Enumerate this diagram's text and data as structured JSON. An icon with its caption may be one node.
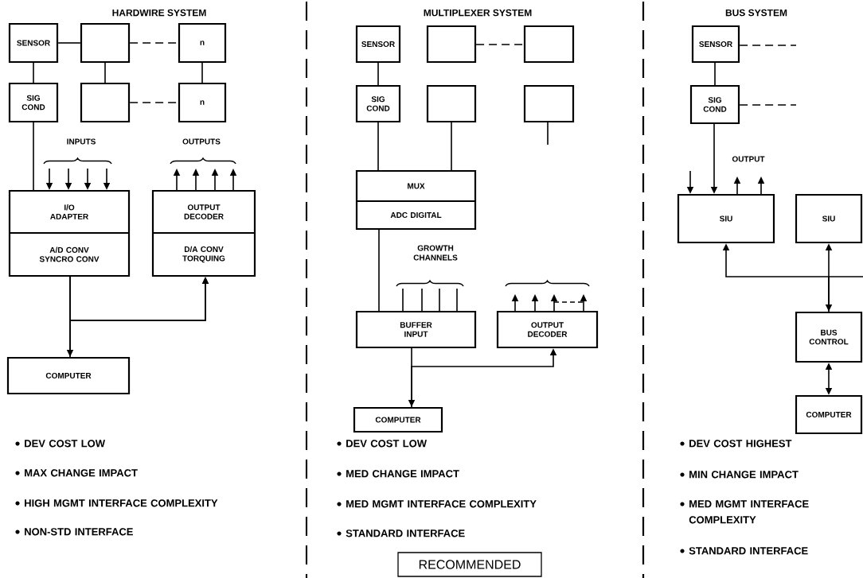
{
  "diagram": {
    "nodes": [
      {
        "text": [
          "SENSOR"
        ]
      },
      {
        "text": [],
        "shape": "box"
      },
      {
        "text": [
          "n"
        ]
      },
      {
        "text": [
          "SIG COND"
        ]
      },
      {
        "text": [],
        "shape": "box"
      },
      {
        "text": [
          "n"
        ]
      },
      {
        "text": [
          "I/O ADAPTER",
          "A/D CONV SYNCRO CONV"
        ]
      },
      {
        "text": [
          "OUTPUT DECODER",
          "D/A CONV TORQUING"
        ]
      },
      {
        "text": [
          "COMPUTER"
        ]
      },
      {
        "text": [
          "SENSOR"
        ]
      },
      {
        "text": [],
        "shape": "box"
      },
      {
        "text": [],
        "shape": "box"
      },
      {
        "text": [
          "SIG COND"
        ]
      },
      {
        "text": [],
        "shape": "box"
      },
      {
        "text": [],
        "shape": "box"
      },
      {
        "text": [
          "MUX",
          "ADC DIGITAL"
        ]
      },
      {
        "text": [
          "BUFFER INPUT"
        ]
      },
      {
        "text": [
          "OUTPUT DECODER"
        ]
      },
      {
        "text": [
          "COMPUTER"
        ]
      },
      {
        "text": [
          "SENSOR"
        ]
      },
      {
        "text": [
          "SIG COND"
        ]
      },
      {
        "text": [
          "SIU"
        ]
      },
      {
        "text": [
          "SIU"
        ]
      },
      {
        "text": [
          "BUS CONTROL"
        ]
      },
      {
        "text": [
          "COMPUTER"
        ]
      }
    ],
    "edges": [
      {
        "from": 0,
        "to": 1,
        "arrow": "none"
      },
      {
        "from": 1,
        "to": 2,
        "arrow": "none",
        "style": "dashed"
      },
      {
        "from": 0,
        "to": 3,
        "arrow": "none"
      },
      {
        "from": 1,
        "to": 4,
        "arrow": "none"
      },
      {
        "from": 2,
        "to": 5,
        "arrow": "none"
      },
      {
        "from": 4,
        "to": 5,
        "arrow": "none",
        "style": "dashed"
      },
      {
        "from": 3,
        "to": 6,
        "arrow": "none"
      },
      {
        "from": null,
        "to": 6,
        "arrow": "to"
      },
      {
        "from": null,
        "to": 6,
        "arrow": "to"
      },
      {
        "from": null,
        "to": 6,
        "arrow": "to"
      },
      {
        "from": null,
        "to": 6,
        "arrow": "to"
      },
      {
        "from": 7,
        "to": null,
        "arrow": "to"
      },
      {
        "from": 7,
        "to": null,
        "arrow": "to"
      },
      {
        "from": 7,
        "to": null,
        "arrow": "to"
      },
      {
        "from": 7,
        "to": null,
        "arrow": "to"
      },
      {
        "from": 6,
        "to": 8,
        "arrow": "to"
      },
      {
        "from": 6,
        "to": 7,
        "arrow": "to"
      },
      {
        "from": 8,
        "to": 7,
        "arrow": "to"
      },
      {
        "from": 10,
        "to": 11,
        "arrow": "none",
        "style": "dashed"
      },
      {
        "from": 9,
        "to": 12,
        "arrow": "none"
      },
      {
        "from": 12,
        "to": 15,
        "arrow": "none"
      },
      {
        "from": 13,
        "to": 15,
        "arrow": "none"
      },
      {
        "from": 14,
        "to": null,
        "arrow": "none"
      },
      {
        "from": 15,
        "to": 16,
        "arrow": "none"
      },
      {
        "from": null,
        "to": 16,
        "arrow": "none"
      },
      {
        "from": null,
        "to": 16,
        "arrow": "none"
      },
      {
        "from": null,
        "to": 16,
        "arrow": "none"
      },
      {
        "from": null,
        "to": 16,
        "arrow": "none"
      },
      {
        "from": 17,
        "to": null,
        "arrow": "to"
      },
      {
        "from": 17,
        "to": null,
        "arrow": "to"
      },
      {
        "from": 17,
        "to": null,
        "arrow": "to"
      },
      {
        "from": 17,
        "to": null,
        "arrow": "to"
      },
      {
        "from": 16,
        "to": 18,
        "arrow": "to"
      },
      {
        "from": 18,
        "to": 17,
        "arrow": "to"
      },
      {
        "from": 19,
        "to": 20,
        "arrow": "none"
      },
      {
        "from": 19,
        "to": null,
        "arrow": "none",
        "style": "dashed"
      },
      {
        "from": 20,
        "to": null,
        "arrow": "none",
        "style": "dashed"
      },
      {
        "from": 20,
        "to": 21,
        "arrow": "to"
      },
      {
        "from": null,
        "to": 21,
        "arrow": "to"
      },
      {
        "from": 21,
        "to": null,
        "arrow": "to"
      },
      {
        "from": 21,
        "to": null,
        "arrow": "to"
      },
      {
        "from": 23,
        "to": 21,
        "arrow": "to"
      },
      {
        "from": 22,
        "to": 23,
        "arrow": "both"
      },
      {
        "from": 23,
        "to": 24,
        "arrow": "both"
      }
    ],
    "labels": [
      "HARDWIRE SYSTEM",
      "INPUTS",
      "OUTPUTS",
      "DEV COST LOW",
      "MAX CHANGE IMPACT",
      "HIGH MGMT INTERFACE COMPLEXITY",
      "NON-STD INTERFACE",
      "MULTIPLEXER SYSTEM",
      "GROWTH CHANNELS",
      "DEV COST LOW",
      "MED CHANGE IMPACT",
      "MED MGMT INTERFACE COMPLEXITY",
      "STANDARD INTERFACE",
      "RECOMMENDED",
      "BUS SYSTEM",
      "OUTPUT",
      "DEV COST HIGHEST",
      "MIN CHANGE IMPACT",
      "MED MGMT INTERFACE COMPLEXITY",
      "STANDARD INTERFACE"
    ]
  }
}
